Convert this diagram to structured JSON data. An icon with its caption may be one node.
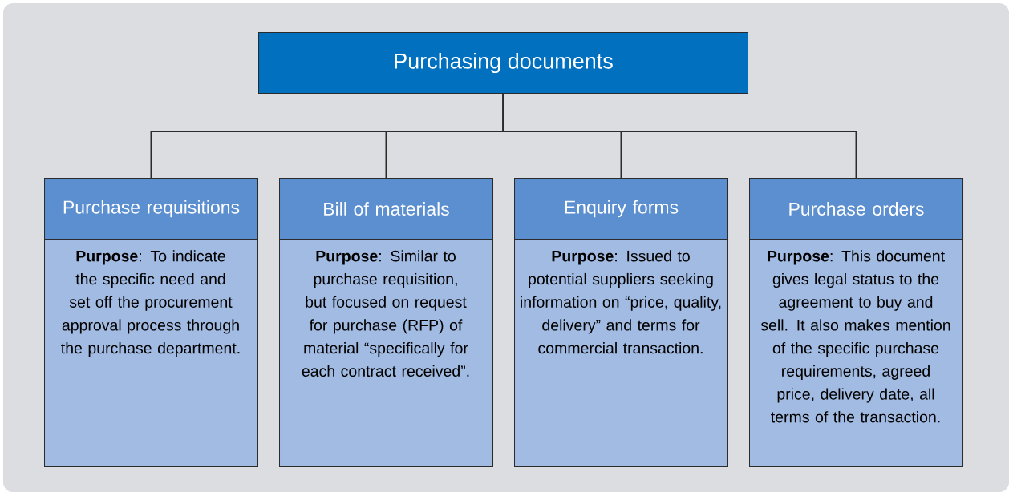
{
  "diagram": {
    "nodes": [
      {
        "text": [
          "Purchasing documents"
        ]
      },
      {
        "text": [
          "Purchase requisitions",
          "**Purpose**: To indicate the specific need and set off the procurement approval process through the purchase department."
        ]
      },
      {
        "text": [
          "Bill of materials",
          "**Purpose**: Similar to purchase requisition, but focused on request for purchase (RFP) of material “specifically for each contract received”."
        ]
      },
      {
        "text": [
          "Enquiry forms",
          "**Purpose**: Issued to potential suppliers seeking information on “price, quality, delivery” and terms for commercial transaction."
        ]
      },
      {
        "text": [
          "Purchase orders",
          "**Purpose**: This document gives legal status to the agreement to buy and sell. It also makes mention of the specific purchase requirements, agreed price, delivery date, all terms of the transaction."
        ]
      }
    ],
    "edges": [
      {
        "from": 0,
        "to": 1,
        "arrow": "none"
      },
      {
        "from": 0,
        "to": 2,
        "arrow": "none"
      },
      {
        "from": 0,
        "to": 3,
        "arrow": "none"
      },
      {
        "from": 0,
        "to": 4,
        "arrow": "none"
      }
    ]
  }
}
